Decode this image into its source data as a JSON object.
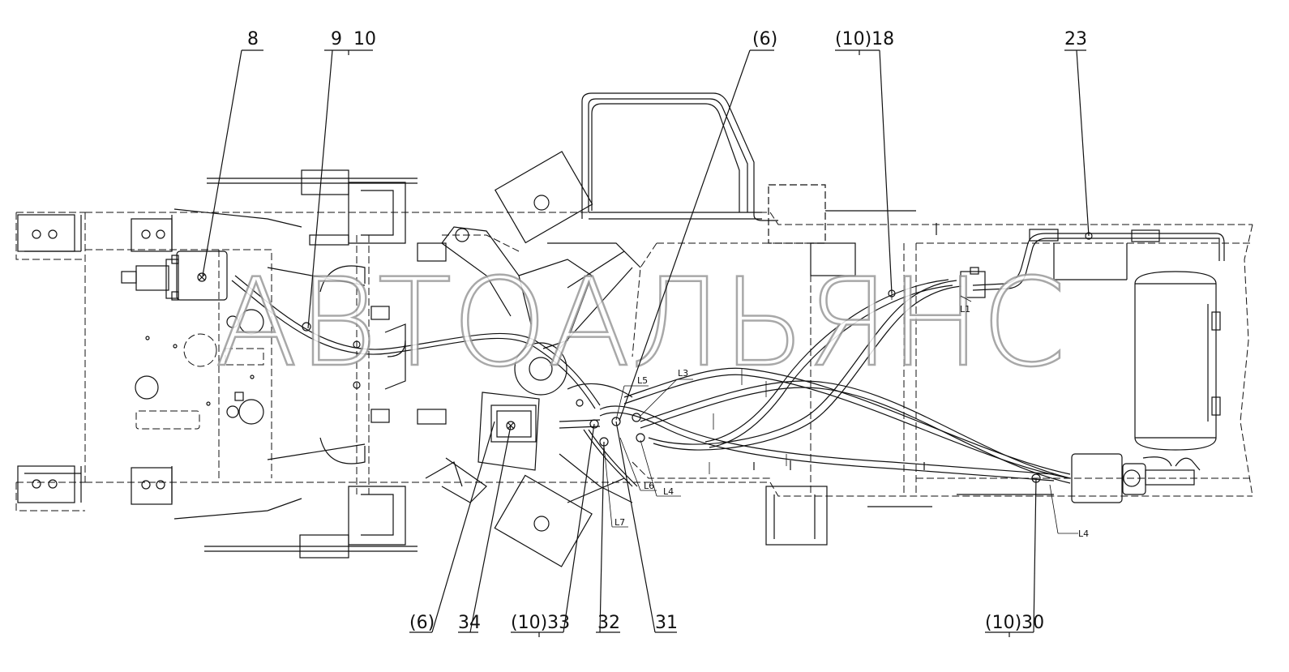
{
  "watermark": "АВТОАЛЬЯНС",
  "callouts": {
    "c8": "8",
    "c9_10": "9  10",
    "c6_top": "(6)",
    "c10_18": "(10)18",
    "c23": "23",
    "c6_bottom": "(6)",
    "c34": "34",
    "c10_33": "(10)33",
    "c32": "32",
    "c31": "31",
    "c10_30": "(10)30"
  },
  "line_labels": {
    "L1": "L1",
    "L3": "L3",
    "L4a": "L4",
    "L4b": "L4",
    "L5": "L5",
    "L6": "L6",
    "L7": "L7"
  }
}
